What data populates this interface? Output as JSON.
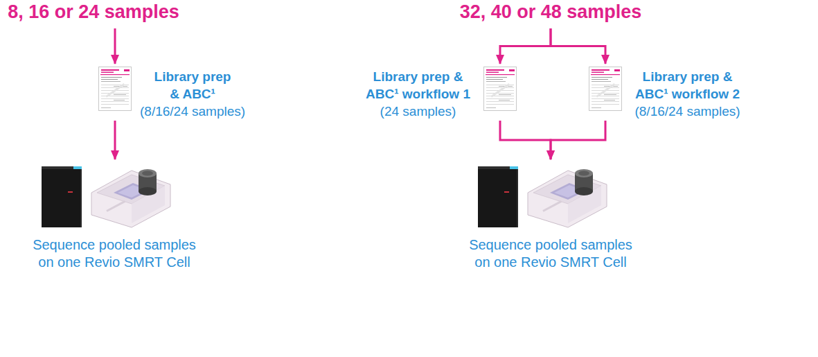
{
  "diagram": {
    "nodes": [
      {
        "text": [
          "8, 16 or 24 samples"
        ]
      },
      {
        "text": [
          "Library prep & ABC¹",
          "(8/16/24 samples)"
        ]
      },
      {
        "text": [
          "Sequence pooled samples on one Revio SMRT Cell"
        ]
      },
      {
        "text": [
          "32, 40 or 48 samples"
        ]
      },
      {
        "text": [
          "Library prep & ABC¹ workflow 1",
          "(24 samples)"
        ]
      },
      {
        "text": [
          "Library prep & ABC¹ workflow 2",
          "(8/16/24 samples)"
        ]
      },
      {
        "text": [
          "Sequence pooled samples on one Revio SMRT Cell"
        ]
      }
    ],
    "edges": [
      {
        "from": 0,
        "to": 1,
        "arrow": "to"
      },
      {
        "from": 1,
        "to": 2,
        "arrow": "to"
      },
      {
        "from": 3,
        "to": 4,
        "arrow": "to"
      },
      {
        "from": 3,
        "to": 5,
        "arrow": "to"
      },
      {
        "from": 4,
        "to": 6,
        "arrow": "to"
      },
      {
        "from": 5,
        "to": 6,
        "arrow": "to"
      }
    ]
  }
}
